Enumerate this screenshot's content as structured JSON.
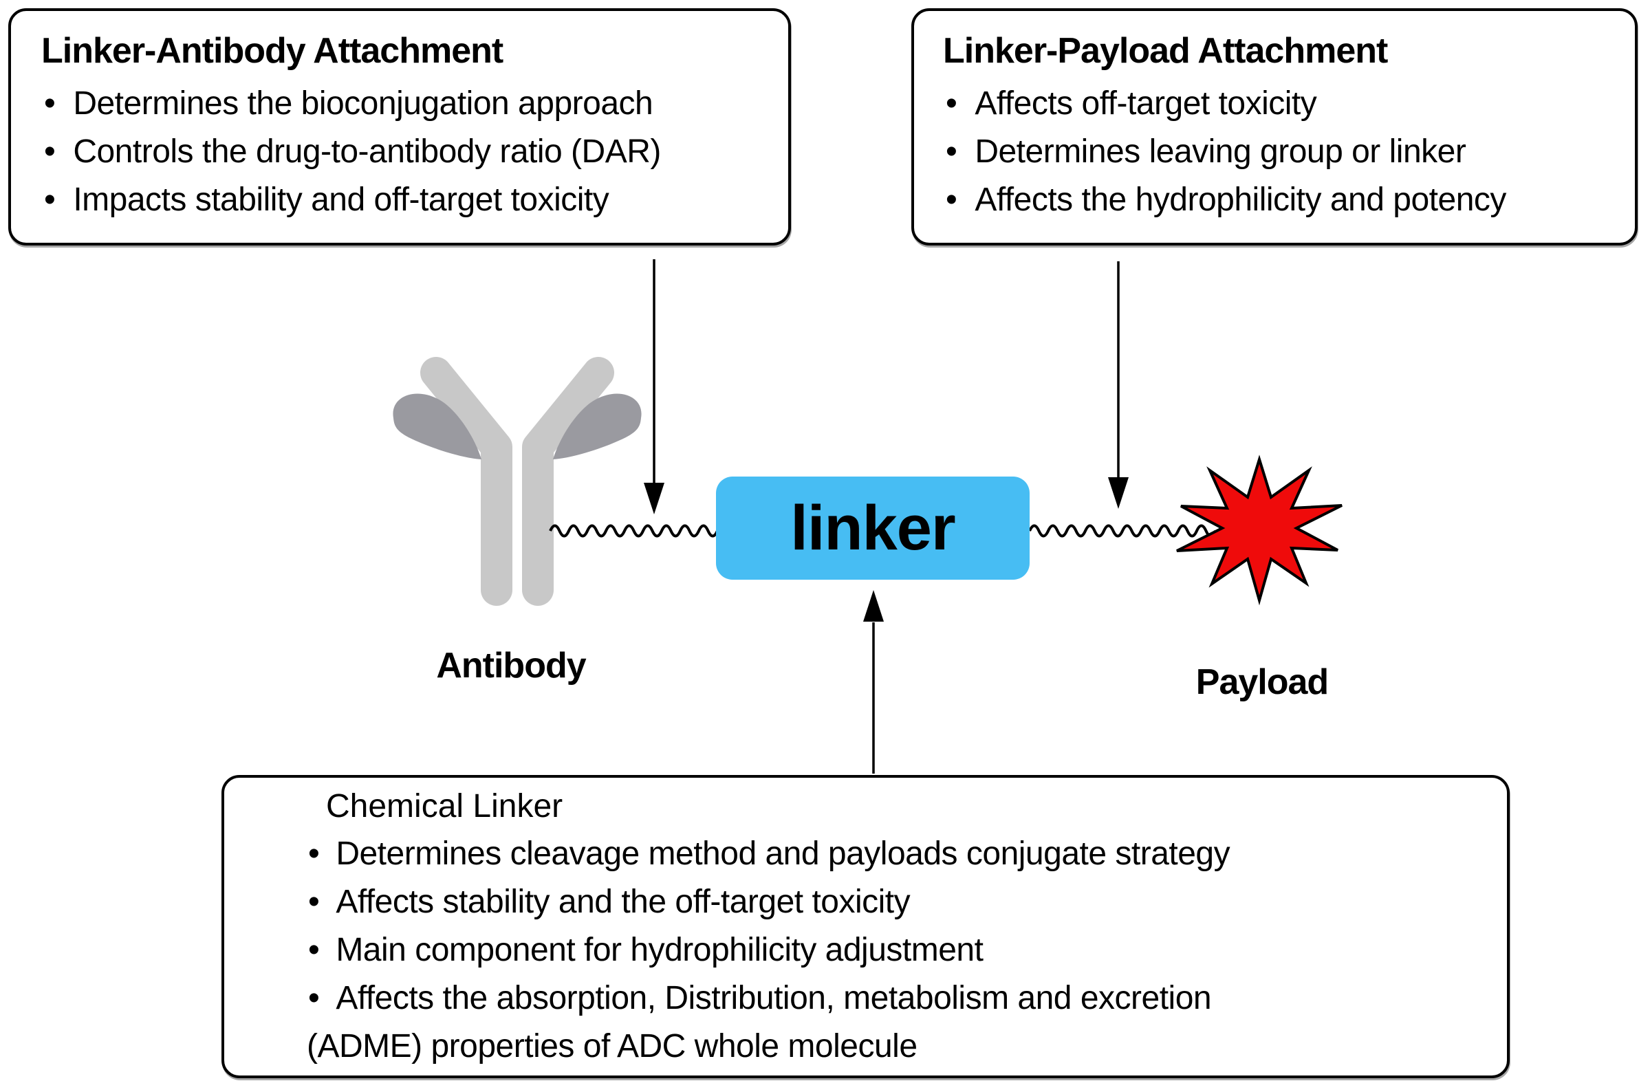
{
  "glyphs": {
    "bullet": "•"
  },
  "colors": {
    "linker_box_blue": "#47BDF3",
    "payload_red": "#EF0B0B",
    "antibody_light_gray": "#C8C8C8",
    "antibody_dark_gray": "#9A9AA0",
    "line_black": "#000000"
  },
  "callouts": {
    "linker_antibody": {
      "title": "Linker-Antibody Attachment",
      "bullets": [
        "Determines the bioconjugation approach",
        "Controls the drug-to-antibody ratio (DAR)",
        "Impacts stability and off-target toxicity"
      ]
    },
    "linker_payload": {
      "title": "Linker-Payload Attachment",
      "bullets": [
        "Affects off-target toxicity",
        "Determines leaving group or linker",
        "Affects the hydrophilicity and potency"
      ]
    },
    "chemical_linker": {
      "title": "Chemical Linker",
      "bullets": [
        "Determines cleavage method and payloads conjugate strategy",
        "Affects stability and the off-target toxicity",
        "Main component for hydrophilicity adjustment",
        "Affects the absorption, Distribution, metabolism and excretion"
      ],
      "continuation": "(ADME) properties of ADC whole molecule"
    }
  },
  "diagram": {
    "linker_label": "linker",
    "antibody_label": "Antibody",
    "payload_label": "Payload"
  }
}
